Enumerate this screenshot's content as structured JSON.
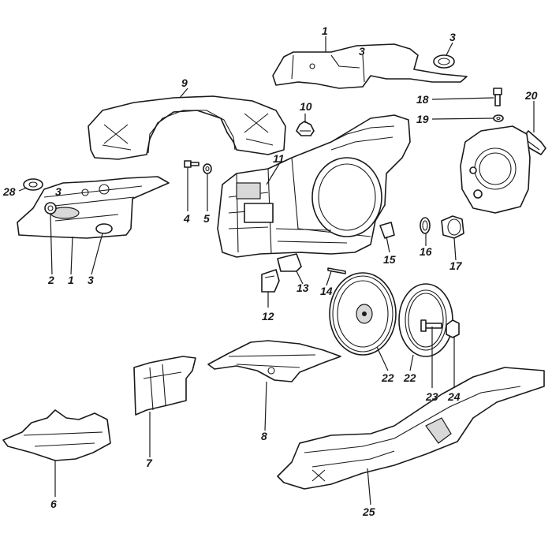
{
  "diagram": {
    "callouts": [
      {
        "id": "c1a",
        "text": "1"
      },
      {
        "id": "c1b",
        "text": "1"
      },
      {
        "id": "c2",
        "text": "2"
      },
      {
        "id": "c3a",
        "text": "3"
      },
      {
        "id": "c3b",
        "text": "3"
      },
      {
        "id": "c4",
        "text": "4"
      },
      {
        "id": "c5",
        "text": "5"
      },
      {
        "id": "c6",
        "text": "6"
      },
      {
        "id": "c7",
        "text": "7"
      },
      {
        "id": "c8",
        "text": "8"
      },
      {
        "id": "c9",
        "text": "9"
      },
      {
        "id": "c10",
        "text": "10"
      },
      {
        "id": "c11",
        "text": "11"
      },
      {
        "id": "c12",
        "text": "12"
      },
      {
        "id": "c13",
        "text": "13"
      },
      {
        "id": "c14",
        "text": "14"
      },
      {
        "id": "c15",
        "text": "15"
      },
      {
        "id": "c16",
        "text": "16"
      },
      {
        "id": "c17",
        "text": "17"
      },
      {
        "id": "c18",
        "text": "18"
      },
      {
        "id": "c19",
        "text": "19"
      },
      {
        "id": "c20",
        "text": "20"
      },
      {
        "id": "c22a",
        "text": "22"
      },
      {
        "id": "c22b",
        "text": "22"
      },
      {
        "id": "c23",
        "text": "23"
      },
      {
        "id": "c24",
        "text": "24"
      },
      {
        "id": "c25",
        "text": "25"
      },
      {
        "id": "c28",
        "text": "28"
      }
    ],
    "embossed": {
      "plate_left": "3",
      "plate_right": "3"
    }
  }
}
